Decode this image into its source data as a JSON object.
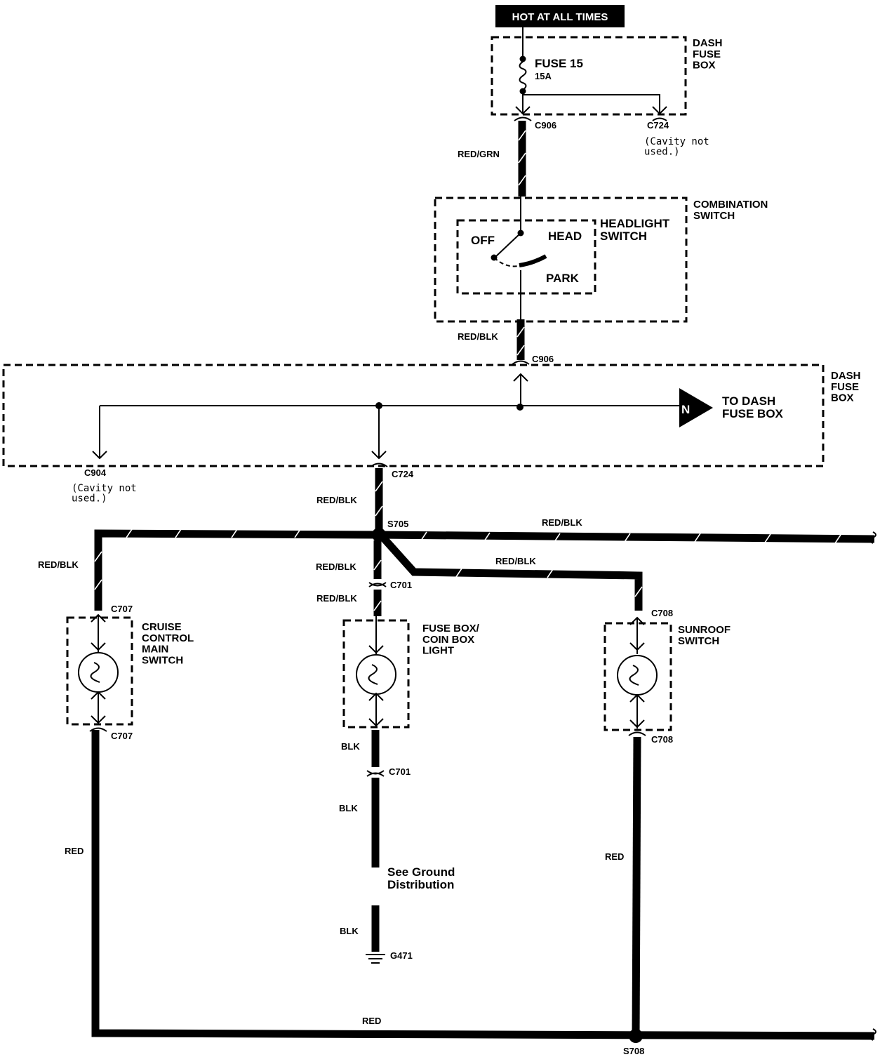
{
  "header": {
    "power_label": "HOT AT ALL TIMES"
  },
  "dash_fuse_box_top": {
    "title": "DASH\nFUSE\nBOX",
    "fuse_name": "FUSE 15",
    "fuse_rating": "15A"
  },
  "connectors": {
    "c906_top": "C906",
    "c724_top": "C724",
    "cavity_note_top": "(Cavity not\nused.)",
    "c906_mid": "C906",
    "c904": "C904",
    "cavity_note_mid": "(Cavity not\nused.)",
    "c724_mid": "C724",
    "s705": "S705",
    "c701_top": "C701",
    "c707_top": "C707",
    "c707_bottom": "C707",
    "c708_top": "C708",
    "c708_bottom": "C708",
    "c701_bottom": "C701",
    "g471": "G471",
    "s708": "S708"
  },
  "combination_switch": {
    "title": "COMBINATION\nSWITCH",
    "headlight_switch": "HEADLIGHT\nSWITCH",
    "off": "OFF",
    "head": "HEAD",
    "park": "PARK"
  },
  "dash_fuse_box_mid": {
    "title": "DASH\nFUSE\nBOX",
    "nav_letter": "N",
    "to_label": "TO DASH\nFUSE BOX"
  },
  "wires": {
    "red_grn": "RED/GRN",
    "red_blk_1": "RED/BLK",
    "red_blk_2": "RED/BLK",
    "red_blk_3": "RED/BLK",
    "red_blk_4": "RED/BLK",
    "red_blk_5": "RED/BLK",
    "red_blk_6": "RED/BLK",
    "red_blk_7": "RED/BLK",
    "blk_1": "BLK",
    "blk_2": "BLK",
    "blk_3": "BLK",
    "red_1": "RED",
    "red_2": "RED",
    "red_3": "RED"
  },
  "components": {
    "cruise": "CRUISE\nCONTROL\nMAIN\nSWITCH",
    "fusebox_light": "FUSE BOX/\nCOIN BOX\nLIGHT",
    "sunroof": "SUNROOF\nSWITCH"
  },
  "ground_note": "See Ground\nDistribution"
}
